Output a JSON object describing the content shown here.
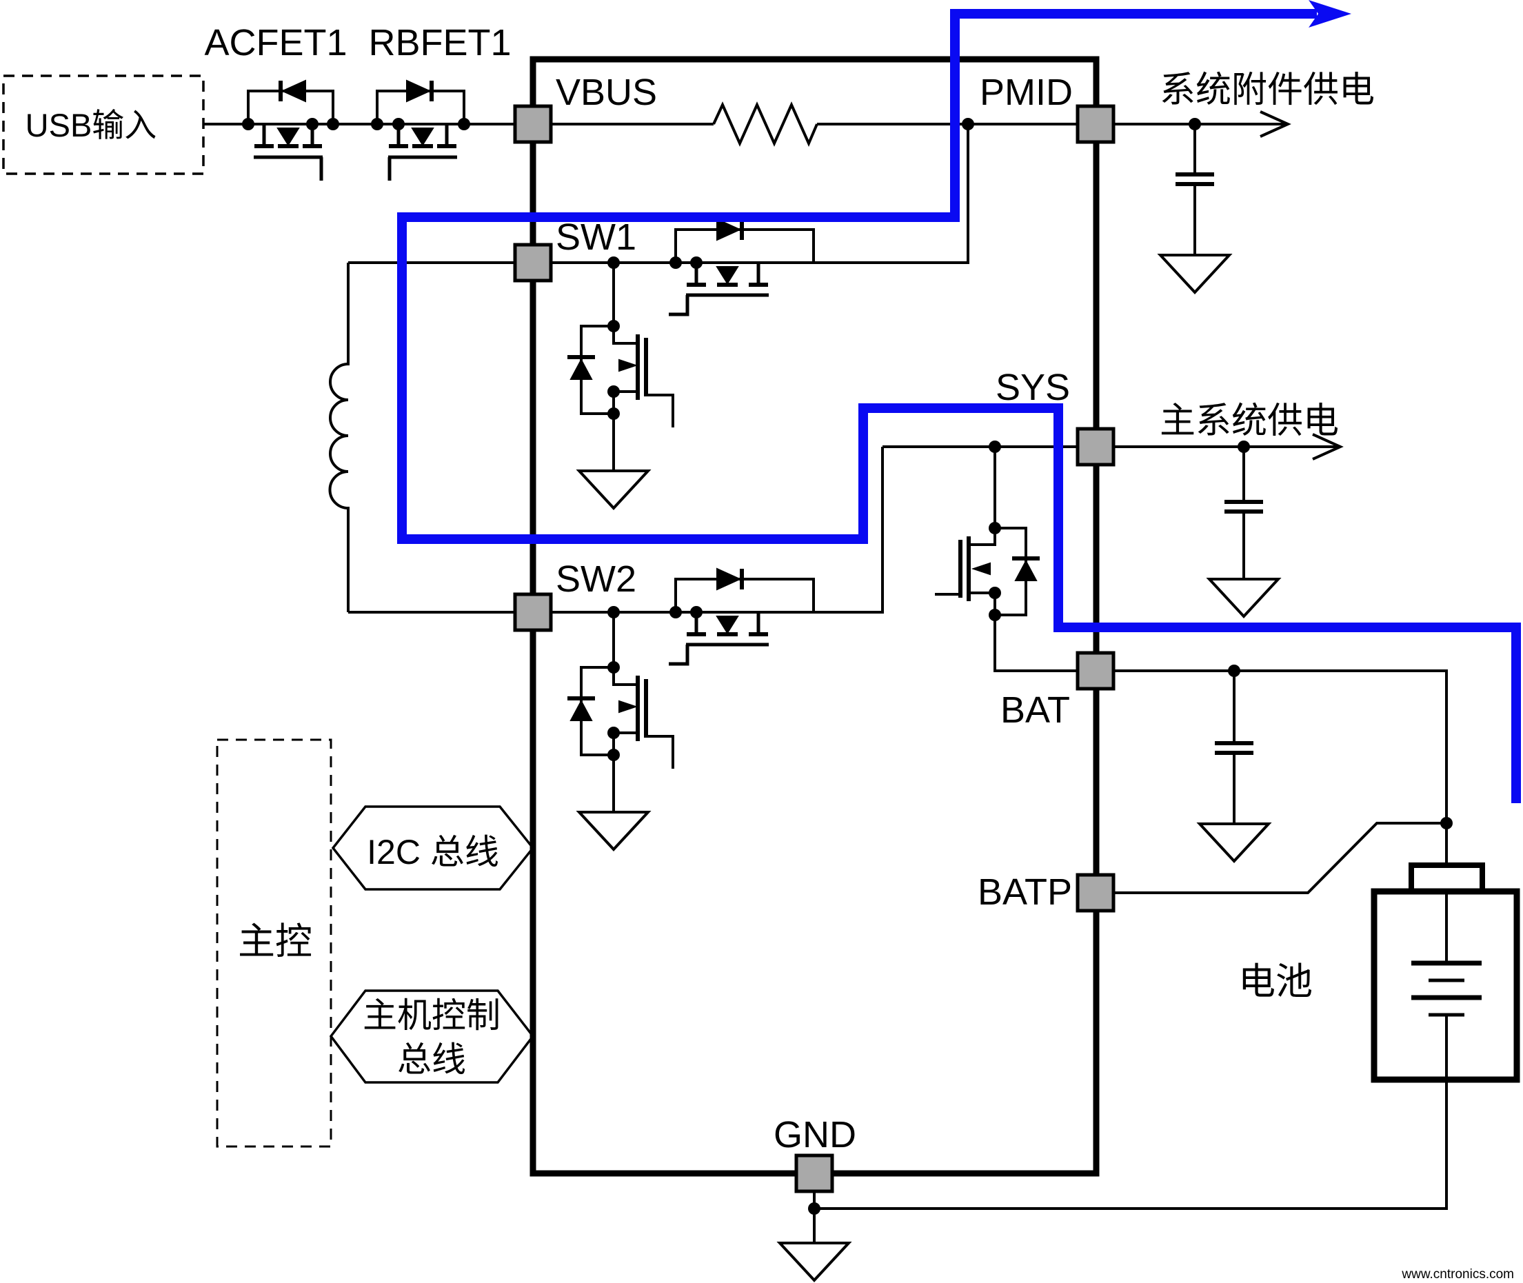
{
  "colors": {
    "power_path": "#0a0af2",
    "pin_fill": "#a9a9a9",
    "wire": "#000000",
    "watermark_text": "#b7dfa9"
  },
  "ic": {
    "pin_vbus": "VBUS",
    "pin_sw1": "SW1",
    "pin_sw2": "SW2",
    "pin_pmid": "PMID",
    "pin_sys": "SYS",
    "pin_bat": "BAT",
    "pin_batp": "BATP",
    "pin_gnd": "GND"
  },
  "labels": {
    "usb_input": "USB输入",
    "acfet1": "ACFET1",
    "rbfet1": "RBFET1",
    "accessory_supply": "系统附件供电",
    "main_system_supply": "主系统供电",
    "battery": "电池",
    "host_controller": "主控",
    "i2c_bus": "I2C 总线",
    "host_control_bus_line1": "主机控制",
    "host_control_bus_line2": "总线"
  },
  "watermark": "www.cntronics.com"
}
